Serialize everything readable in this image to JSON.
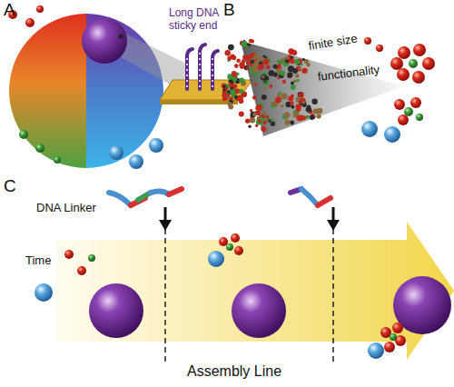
{
  "diagram": {
    "labels": [
      "A",
      "B",
      "C",
      "Long DNA sticky end",
      "finite size",
      "functionality",
      "DNA Linker",
      "Time",
      "Assembly Line"
    ]
  }
}
